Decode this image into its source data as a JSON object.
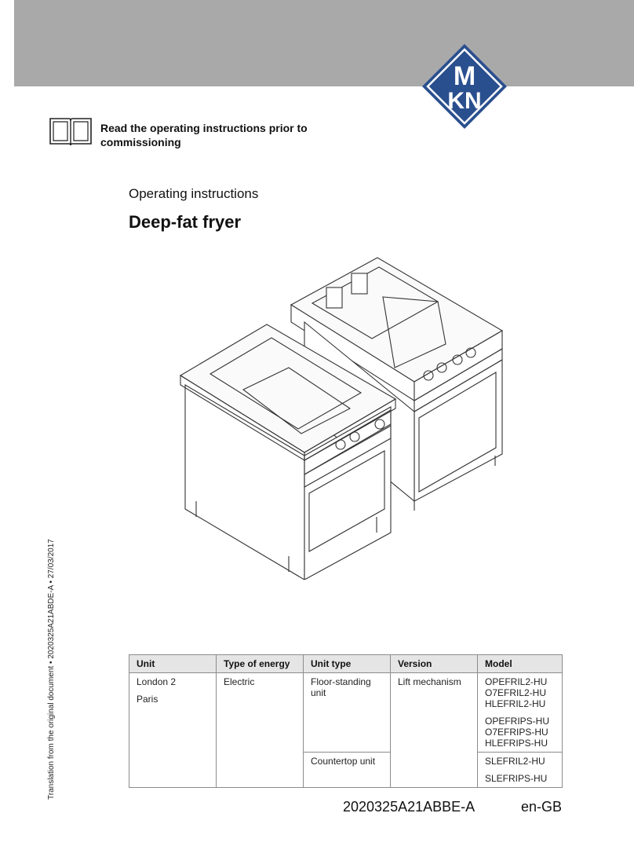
{
  "header": {
    "logo_text_top": "M",
    "logo_text_bottom": "KN"
  },
  "notice": {
    "text_line1": "Read the operating instructions prior to",
    "text_line2": "commissioning"
  },
  "document": {
    "type": "Operating instructions",
    "title": "Deep-fat fryer"
  },
  "sidebar": {
    "translation_note": "Translation from the original document • 2020325A21ABDE-A • 27/03/2017"
  },
  "table": {
    "headers": [
      "Unit",
      "Type of energy",
      "Unit type",
      "Version",
      "Model"
    ],
    "unit": [
      "London 2",
      "Paris"
    ],
    "energy": "Electric",
    "unit_types": [
      "Floor-standing unit",
      "Countertop unit"
    ],
    "version": "Lift mechanism",
    "models_floor_1": [
      "OPEFRIL2-HU",
      "O7EFRIL2-HU",
      "HLEFRIL2-HU"
    ],
    "models_floor_2": [
      "OPEFRIPS-HU",
      "O7EFRIPS-HU",
      "HLEFRIPS-HU"
    ],
    "models_counter": [
      "SLEFRIL2-HU",
      "SLEFRIPS-HU"
    ]
  },
  "footer": {
    "doc_number": "2020325A21ABBE-A",
    "language": "en-GB"
  },
  "colors": {
    "band": "#a9a9aa",
    "logo_blue": "#2a4f8f",
    "table_header": "#e5e5e5"
  }
}
